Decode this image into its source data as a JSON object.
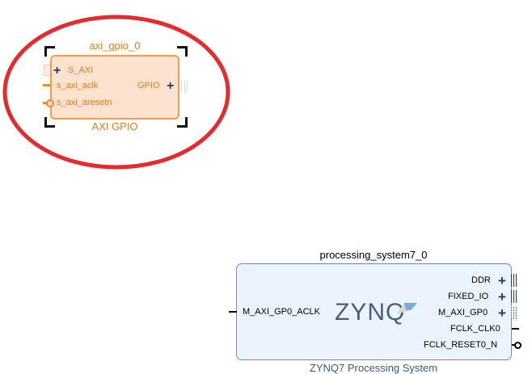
{
  "gpio": {
    "instance_name": "axi_gpio_0",
    "type_name": "AXI GPIO",
    "ports_left": [
      "S_AXI",
      "s_axi_aclk",
      "s_axi_aresetn"
    ],
    "ports_right": [
      "GPIO"
    ],
    "fill_color": "#fde3cf",
    "border_color": "#f29b4c",
    "text_color": "#e87a17",
    "highlight_ellipse_color": "#e32b30"
  },
  "ps": {
    "instance_name": "processing_system7_0",
    "type_name": "ZYNQ7 Processing System",
    "logo_text": "ZYNQ",
    "ports_left": [
      "M_AXI_GP0_ACLK"
    ],
    "ports_right": [
      "DDR",
      "FIXED_IO",
      "M_AXI_GP0",
      "FCLK_CLK0",
      "FCLK_RESET0_N"
    ],
    "fill_color": "#ebf3fc",
    "border_color": "#6f8fb5"
  }
}
